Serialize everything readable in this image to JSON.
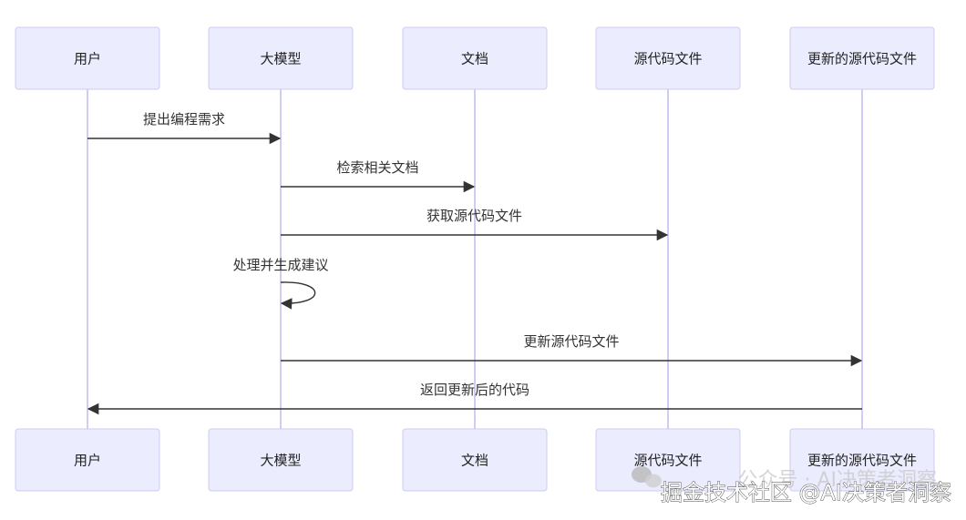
{
  "diagram": {
    "type": "sequence",
    "participants": [
      {
        "id": "user",
        "label": "用户"
      },
      {
        "id": "llm",
        "label": "大模型"
      },
      {
        "id": "doc",
        "label": "文档"
      },
      {
        "id": "src",
        "label": "源代码文件"
      },
      {
        "id": "updated",
        "label": "更新的源代码文件"
      }
    ],
    "messages": [
      {
        "from": "user",
        "to": "llm",
        "label": "提出编程需求"
      },
      {
        "from": "llm",
        "to": "doc",
        "label": "检索相关文档"
      },
      {
        "from": "llm",
        "to": "src",
        "label": "获取源代码文件"
      },
      {
        "from": "llm",
        "to": "llm",
        "label": "处理并生成建议"
      },
      {
        "from": "llm",
        "to": "updated",
        "label": "更新源代码文件"
      },
      {
        "from": "updated",
        "to": "user",
        "label": "返回更新后的代码"
      }
    ]
  },
  "watermark": {
    "main": "掘金技术社区 @AI决策者洞察",
    "secondary": "公众号 · AI决策者洞察",
    "icon": "wechat-icon"
  }
}
